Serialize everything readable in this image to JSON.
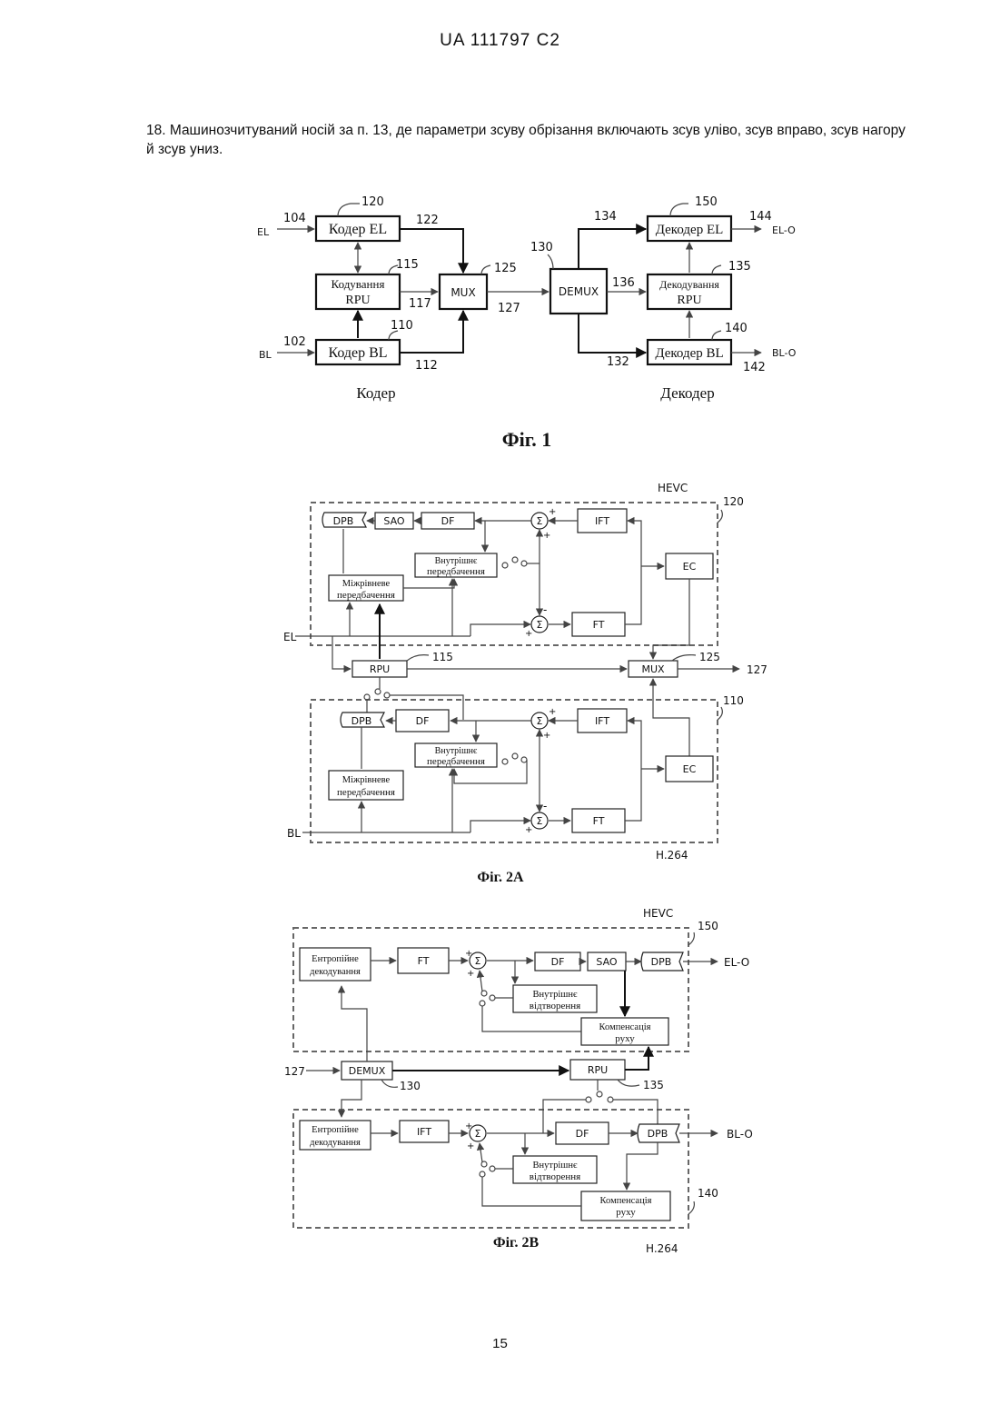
{
  "header": "UA   111797   C2",
  "claim": "18. Машинозчитуваний носій за п. 13, де параметри зсуву обрізання включають зсув уліво, зсув вправо, зсув нагору й зсув униз.",
  "page_number": "15",
  "fig1": {
    "caption": "Фіг. 1",
    "encoder_label": "Кодер",
    "decoder_label": "Декодер",
    "in_el": "EL",
    "in_bl": "BL",
    "out_el": "EL-O",
    "out_bl": "BL-O",
    "enc_el": "Кодер EL",
    "enc_bl": "Кодер BL",
    "rpu_enc_1": "Кодування",
    "rpu_enc_2": "RPU",
    "mux": "MUX",
    "demux": "DEMUX",
    "dec_el": "Декодер EL",
    "dec_bl": "Декодер BL",
    "rpu_dec_1": "Декодування",
    "rpu_dec_2": "RPU",
    "refs": {
      "r104": "104",
      "r120": "120",
      "r122": "122",
      "r115": "115",
      "r125": "125",
      "r117": "117",
      "r127": "127",
      "r110": "110",
      "r102": "102",
      "r112": "112",
      "r130": "130",
      "r134": "134",
      "r150": "150",
      "r144": "144",
      "r136": "136",
      "r135": "135",
      "r140": "140",
      "r132": "132",
      "r142": "142"
    }
  },
  "fig2a": {
    "caption": "Фіг. 2A",
    "hevc": "HEVC",
    "h264": "H.264",
    "dpb": "DPB",
    "sao": "SAO",
    "df": "DF",
    "ift": "IFT",
    "ft": "FT",
    "ec": "EC",
    "sigma": "Σ",
    "plus": "+",
    "minus": "-",
    "intra_1": "Внутрішнє",
    "intra_2": "передбачення",
    "inter_1": "Міжрівневе",
    "inter_2": "передбачення",
    "el": "EL",
    "bl": "BL",
    "rpu": "RPU",
    "mux": "MUX",
    "r120": "120",
    "r115": "115",
    "r125": "125",
    "r127": "127",
    "r110": "110"
  },
  "fig2b": {
    "caption": "Фіг. 2B",
    "hevc": "HEVC",
    "h264": "H.264",
    "ent_1": "Ентропійне",
    "ent_2": "декодування",
    "ft": "FT",
    "ift": "IFT",
    "df": "DF",
    "sao": "SAO",
    "dpb": "DPB",
    "sigma": "Σ",
    "plus": "+",
    "intra_1": "Внутрішнє",
    "intra_2": "відтворення",
    "mc_1": "Компенсація",
    "mc_2": "руху",
    "demux": "DEMUX",
    "rpu": "RPU",
    "el_o": "EL-O",
    "bl_o": "BL-O",
    "r150": "150",
    "r127": "127",
    "r130": "130",
    "r135": "135",
    "r140": "140"
  }
}
